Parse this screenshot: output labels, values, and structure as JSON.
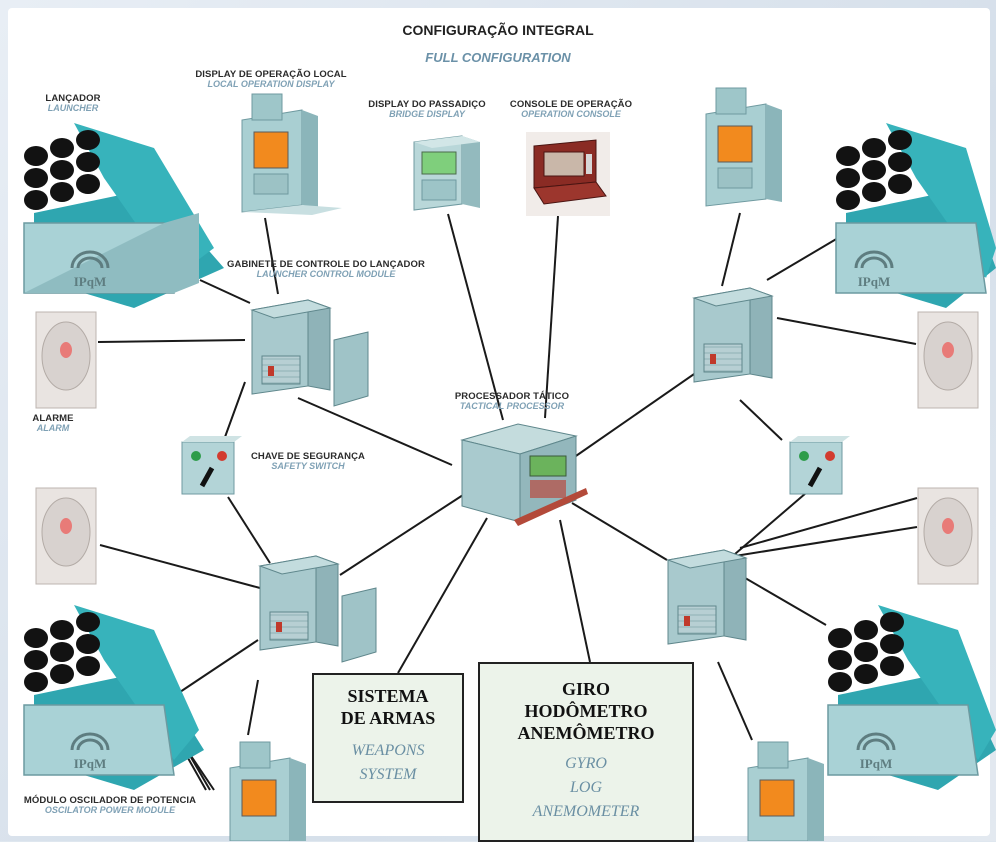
{
  "title": {
    "pt": "CONFIGURAÇÃO INTEGRAL",
    "en": "FULL CONFIGURATION"
  },
  "labels": {
    "launcher": {
      "pt": "LANÇADOR",
      "en": "LAUNCHER"
    },
    "local_display": {
      "pt": "DISPLAY DE OPERAÇÃO LOCAL",
      "en": "LOCAL OPERATION DISPLAY"
    },
    "bridge_display": {
      "pt": "DISPLAY DO PASSADIÇO",
      "en": "BRIDGE DISPLAY"
    },
    "console": {
      "pt": "CONSOLE DE OPERAÇÃO",
      "en": "OPERATION CONSOLE"
    },
    "control_module": {
      "pt": "GABINETE DE CONTROLE  DO LANÇADOR",
      "en": "LAUNCHER CONTROL MODULE"
    },
    "alarm": {
      "pt": "ALARME",
      "en": "ALARM"
    },
    "safety_switch": {
      "pt": "CHAVE DE SEGURANÇA",
      "en": "SAFETY SWITCH"
    },
    "tactical_processor": {
      "pt": "PROCESSADOR TÁTICO",
      "en": "TACTICAL PROCESSOR"
    },
    "oscillator": {
      "pt": "MÓDULO OSCILADOR DE POTENCIA",
      "en": "OSCILATOR POWER MODULE"
    }
  },
  "boxes": {
    "weapons": {
      "pt1": "SISTEMA",
      "pt2": "DE ARMAS",
      "en1": "WEAPONS",
      "en2": "SYSTEM"
    },
    "sensors": {
      "pt1": "GIRO",
      "pt2": "HODÔMETRO",
      "pt3": "ANEMÔMETRO",
      "en1": "GYRO",
      "en2": "LOG",
      "en3": "ANEMOMETER"
    }
  },
  "logo_text": "IPqM",
  "colors": {
    "teal": "#3fb3b8",
    "device": "#a9cccf",
    "accent_label": "#7fa1b5",
    "box_fill": "#ecf3ea"
  }
}
